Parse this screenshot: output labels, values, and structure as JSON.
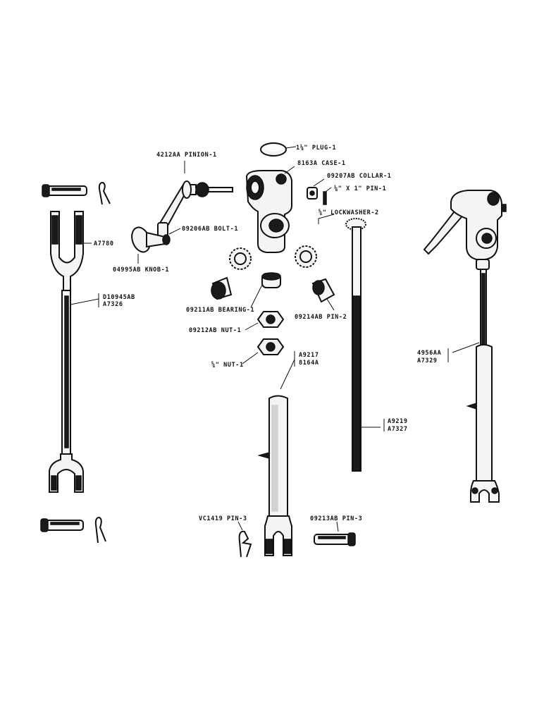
{
  "labels": {
    "plug": "1⅛\" PLUG-1",
    "case": "8163A CASE-1",
    "collar": "09207AB COLLAR-1",
    "pin_small": "⅛\" X 1\" PIN-1",
    "lockwasher": "⅝\" LOCKWASHER-2",
    "pinion": "4212AA PINION-1",
    "bolt": "09206AB BOLT-1",
    "knob": "04995AB KNOB-1",
    "bearing": "09211AB BEARING-1",
    "nut_09212": "09212AB NUT-1",
    "pin_09214": "09214AB PIN-2",
    "nut_small": "⅝\" NUT-1",
    "left_yoke": "A7780",
    "left_rod_a": "D10945AB",
    "left_rod_b": "A7326",
    "center_rod_a": "A9217",
    "center_rod_b": "8164A",
    "long_rod_a": "A9219",
    "long_rod_b": "A7327",
    "right_rod_a": "4956AA",
    "right_rod_b": "A7329",
    "cotter": "VC1419 PIN-3",
    "clevis_pin": "09213AB PIN-3"
  }
}
